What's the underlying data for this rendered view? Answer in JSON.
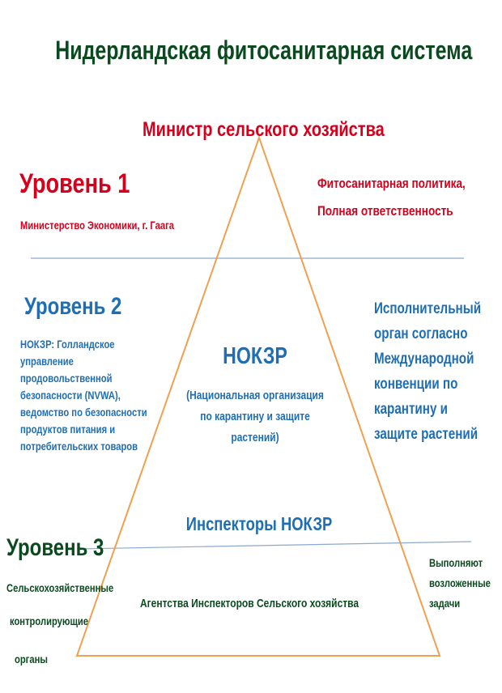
{
  "title": "Нидерландская фитосанитарная система",
  "top_label": "Министр сельского хозяйства",
  "level1": {
    "heading": "Уровень 1",
    "left_text": "Министерство Экономики, г. Гаага",
    "right_line1": "Фитосанитарная политика,",
    "right_line2": "Полная ответственность"
  },
  "level2": {
    "heading": "Уровень 2",
    "left_lines": [
      "НОКЗР: Голландское",
      "управление",
      "продовольственной",
      "безопасности (NVWA),",
      "ведомство по безопасности",
      "продуктов питания и",
      "потребительских товаров"
    ],
    "center_title": "НОКЗР",
    "center_lines": [
      "(Национальная организация",
      "по карантину и защите",
      "растений)"
    ],
    "right_lines": [
      "Исполнительный",
      "орган согласно",
      "Международной",
      "конвенции по",
      "карантину и",
      "защите растений"
    ],
    "inspectors": "Инспекторы НОКЗР"
  },
  "level3": {
    "heading": "Уровень 3",
    "left_lines": [
      "Сельскохозяйственные",
      "контролирующие",
      "органы"
    ],
    "center_text": "Агентства Инспекторов Сельского хозяйства",
    "right_lines": [
      "Выполняют",
      "возложенные",
      "задачи"
    ]
  },
  "colors": {
    "title": "#0a4a1e",
    "level1": "#d6001c",
    "level2": "#1f6eb3",
    "level3": "#0a4a1e",
    "triangle": "#f0a050",
    "divider": "#8aa8d0"
  }
}
